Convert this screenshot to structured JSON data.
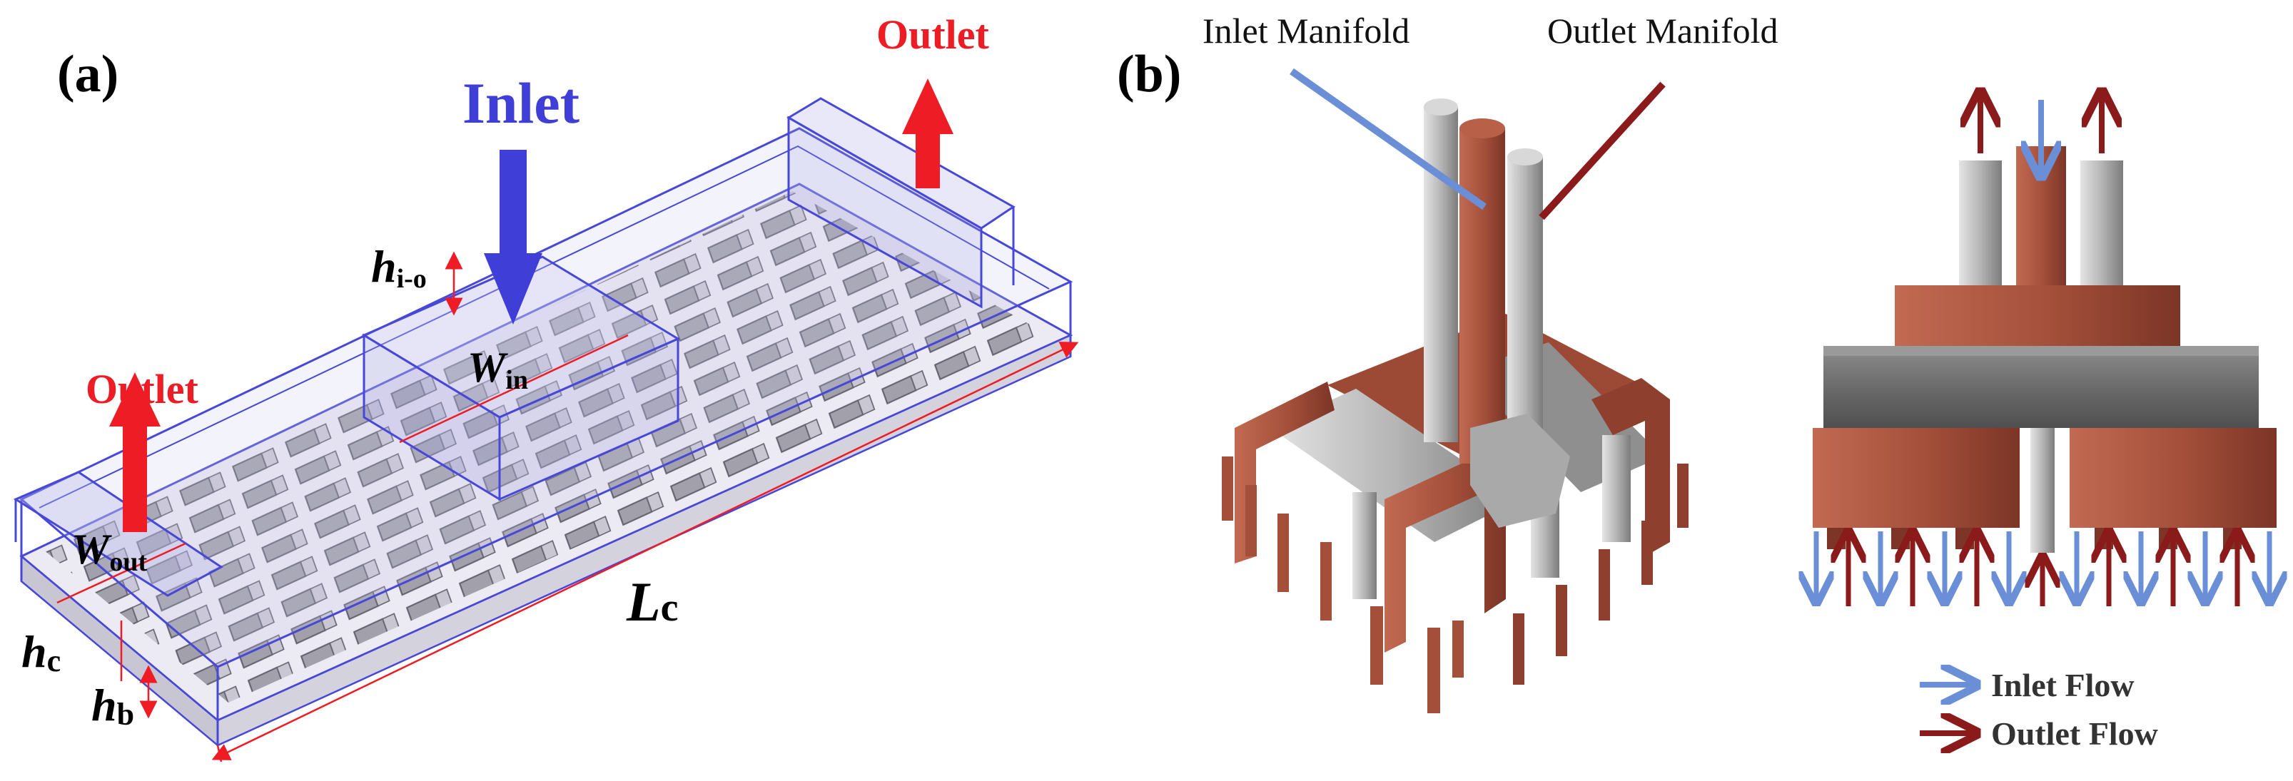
{
  "panel_a": {
    "tag": "(a)",
    "inlet_label": "Inlet",
    "outlet_left_label": "Outlet",
    "outlet_right_label": "Outlet",
    "dims": {
      "h_io": {
        "main": "h",
        "sub": "i-o"
      },
      "w_in": {
        "main": "W",
        "sub": "in"
      },
      "w_out": {
        "main": "W",
        "sub": "out"
      },
      "l_c": {
        "main": "L",
        "sub": "c"
      },
      "h_c": {
        "main": "h",
        "sub": "c"
      },
      "h_b": {
        "main": "h",
        "sub": "b"
      }
    }
  },
  "panel_b": {
    "tag": "(b)",
    "inlet_manifold_label": "Inlet Manifold",
    "outlet_manifold_label": "Outlet Manifold",
    "legend": {
      "inlet_flow": "Inlet Flow",
      "outlet_flow": "Outlet Flow"
    }
  },
  "colors": {
    "inlet_blue": "#3f3fd8",
    "outlet_red": "#ee1c24",
    "flow_blue": "#6b8fd6",
    "flow_red": "#8b1a1a",
    "copper": "#a9553f",
    "steel": "#b9b9b9"
  }
}
